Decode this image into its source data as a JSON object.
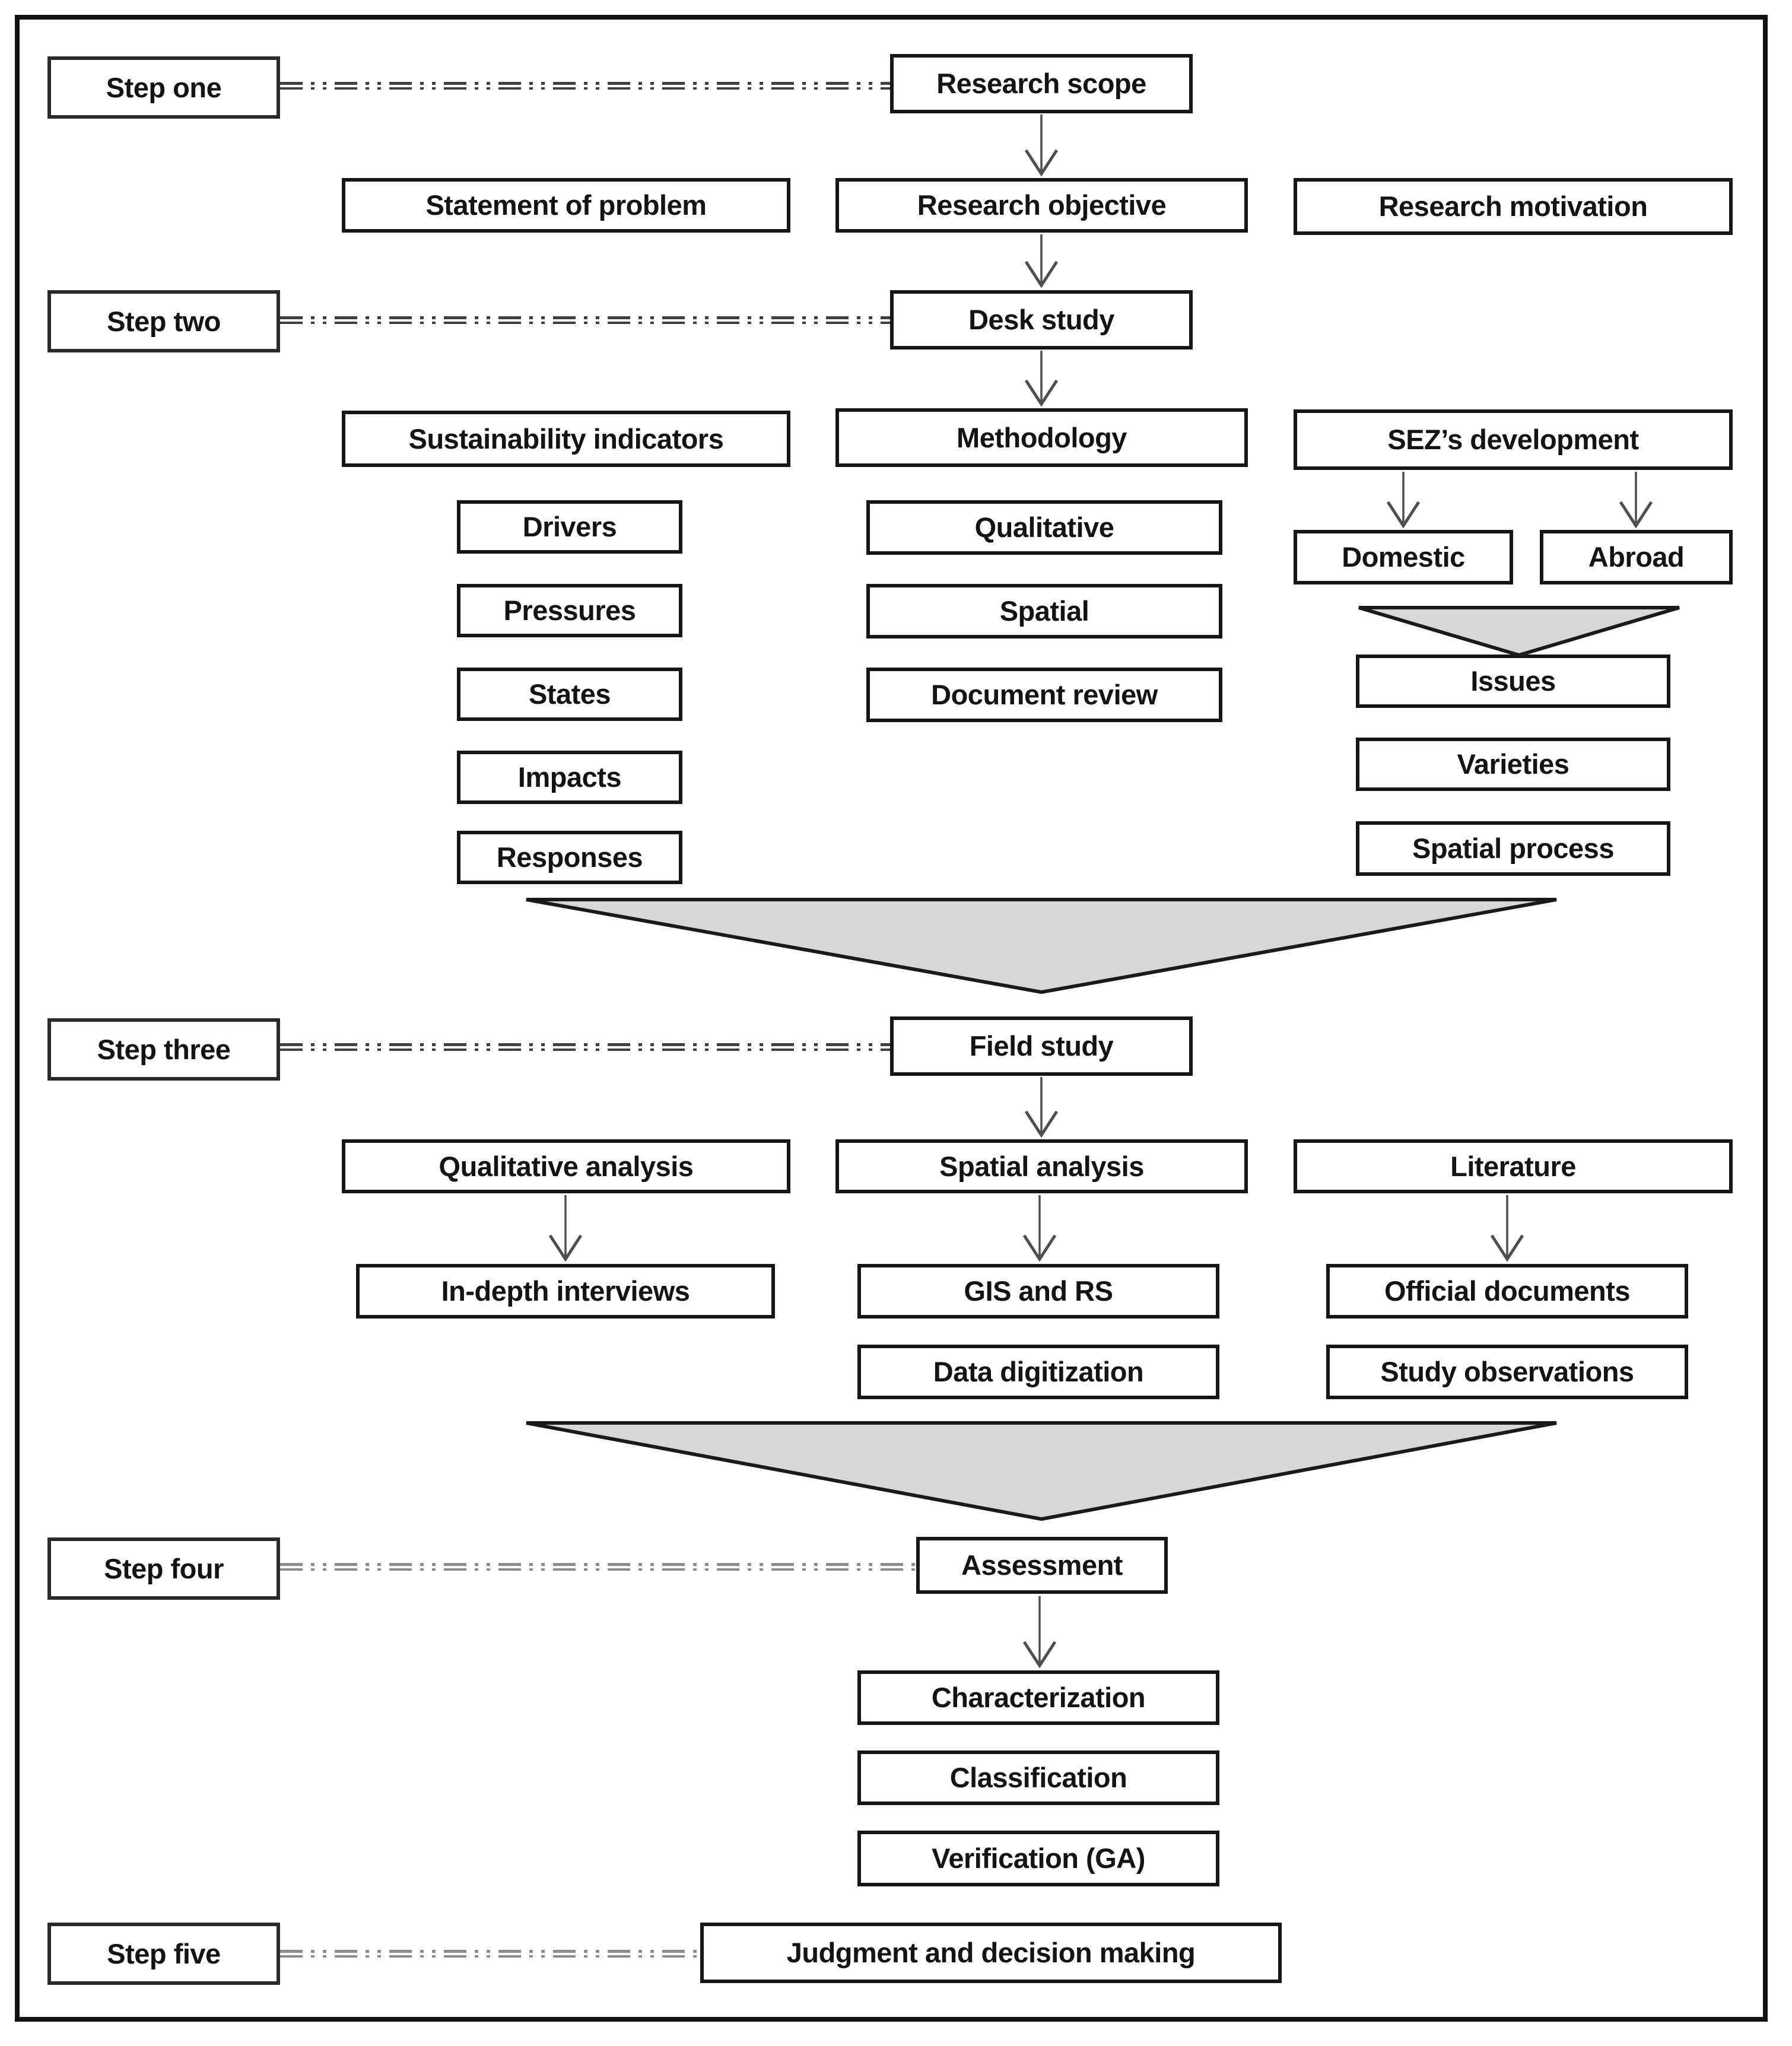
{
  "colors": {
    "background": "#ffffff",
    "frame_border": "#111111",
    "box_border": "#161616",
    "text": "#141414",
    "step_connector_dark": "#3f3f3f",
    "step_connector_gray": "#8c8c8c",
    "arrow_stroke": "#4f4f4f",
    "funnel_fill": "#d7d7d7",
    "funnel_stroke": "#1a1a1a"
  },
  "nodes": {
    "step_one": "Step one",
    "step_two": "Step two",
    "step_three": "Step three",
    "step_four": "Step four",
    "step_five": "Step five",
    "research_scope": "Research scope",
    "statement_of_problem": "Statement of problem",
    "research_objective": "Research objective",
    "research_motivation": "Research motivation",
    "desk_study": "Desk study",
    "sustainability_indicators": "Sustainability indicators",
    "methodology": "Methodology",
    "sez_development": "SEZ’s development",
    "drivers": "Drivers",
    "pressures": "Pressures",
    "states": "States",
    "impacts": "Impacts",
    "responses": "Responses",
    "qualitative": "Qualitative",
    "spatial": "Spatial",
    "document_review": "Document review",
    "domestic": "Domestic",
    "abroad": "Abroad",
    "issues": "Issues",
    "varieties": "Varieties",
    "spatial_process": "Spatial process",
    "field_study": "Field study",
    "qualitative_analysis": "Qualitative analysis",
    "spatial_analysis": "Spatial analysis",
    "literature": "Literature",
    "in_depth_interviews": "In-depth interviews",
    "gis_and_rs": "GIS and RS",
    "data_digitization": "Data digitization",
    "official_documents": "Official documents",
    "study_observations": "Study observations",
    "assessment": "Assessment",
    "characterization": "Characterization",
    "classification": "Classification",
    "verification_ga": "Verification (GA)",
    "judgment": "Judgment and decision making"
  },
  "edges": [
    {
      "from": "step_one",
      "to": "research_scope",
      "style": "dash-dot-dot-double"
    },
    {
      "from": "research_scope",
      "to": "research_objective",
      "style": "arrow"
    },
    {
      "from": "research_objective",
      "to": "desk_study",
      "style": "arrow"
    },
    {
      "from": "step_two",
      "to": "desk_study",
      "style": "dash-dot-dot-double"
    },
    {
      "from": "desk_study",
      "to": "methodology",
      "style": "arrow"
    },
    {
      "from": "sez_development",
      "to": "domestic",
      "style": "arrow"
    },
    {
      "from": "sez_development",
      "to": "abroad",
      "style": "arrow"
    },
    {
      "from": "domestic_and_abroad",
      "to": "issues",
      "style": "funnel-triangle"
    },
    {
      "from": "desk_study_columns",
      "to": "field_study",
      "style": "funnel-triangle"
    },
    {
      "from": "step_three",
      "to": "field_study",
      "style": "dash-dot-dot-double"
    },
    {
      "from": "field_study",
      "to": "spatial_analysis",
      "style": "arrow"
    },
    {
      "from": "qualitative_analysis",
      "to": "in_depth_interviews",
      "style": "arrow"
    },
    {
      "from": "spatial_analysis",
      "to": "gis_and_rs",
      "style": "arrow"
    },
    {
      "from": "literature",
      "to": "official_documents",
      "style": "arrow"
    },
    {
      "from": "field_study_columns",
      "to": "assessment",
      "style": "funnel-triangle"
    },
    {
      "from": "step_four",
      "to": "assessment",
      "style": "dash-dot-dot-double"
    },
    {
      "from": "assessment",
      "to": "characterization",
      "style": "arrow"
    },
    {
      "from": "step_five",
      "to": "judgment",
      "style": "dash-dot-dot-double"
    }
  ]
}
